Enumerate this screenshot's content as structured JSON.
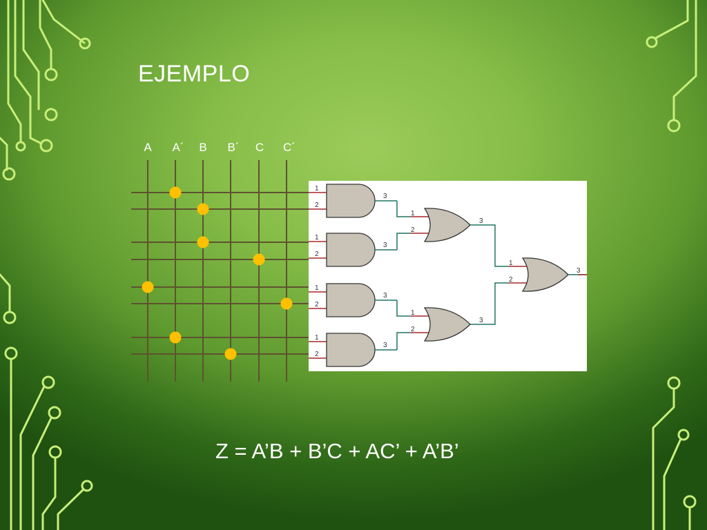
{
  "slide": {
    "title": "EJEMPLO",
    "equation": "Z = A’B + B’C + AC’ + A’B’"
  },
  "matrix": {
    "columns": [
      "A",
      "A´",
      "B",
      "B´",
      "C",
      "C´"
    ],
    "row_count": 8,
    "dots": [
      {
        "row": 1,
        "col": 2
      },
      {
        "row": 2,
        "col": 3
      },
      {
        "row": 3,
        "col": 3
      },
      {
        "row": 4,
        "col": 5
      },
      {
        "row": 5,
        "col": 1
      },
      {
        "row": 6,
        "col": 6
      },
      {
        "row": 7,
        "col": 2
      },
      {
        "row": 8,
        "col": 4
      }
    ]
  },
  "circuit": {
    "and_gate_pins": [
      "1",
      "2",
      "3"
    ],
    "or_gate_pins": [
      "1",
      "2",
      "3"
    ]
  },
  "colors": {
    "grid_line": "#5e5230",
    "dot": "#ffc000",
    "gate_fill": "#c8c3b6",
    "gate_input_wire": "#a6262a",
    "gate_output_wire": "#1f7560",
    "decoration": "#c8ee7a"
  }
}
